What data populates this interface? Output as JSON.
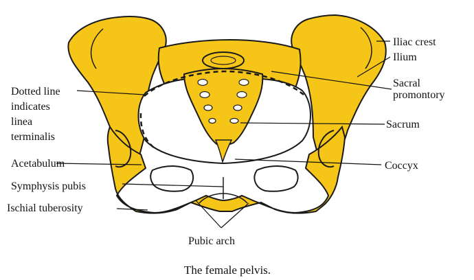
{
  "colors": {
    "bone": "#F5C518",
    "outline": "#1A1A1A",
    "background": "#FFFFFF"
  },
  "labels": {
    "iliac_crest": "Iliac crest",
    "ilium": "Ilium",
    "sacral_promontory_line1": "Sacral",
    "sacral_promontory_line2": "promontory",
    "dotted_line_1": "Dotted line",
    "dotted_line_2": "indicates",
    "dotted_line_3": "linea",
    "dotted_line_4": "terminalis",
    "sacrum": "Sacrum",
    "acetabulum": "Acetabulum",
    "coccyx": "Coccyx",
    "symphysis_pubis": "Symphysis pubis",
    "ischial_tuberosity": "Ischial tuberosity",
    "pubic_arch": "Pubic arch"
  },
  "caption": "The female pelvis."
}
